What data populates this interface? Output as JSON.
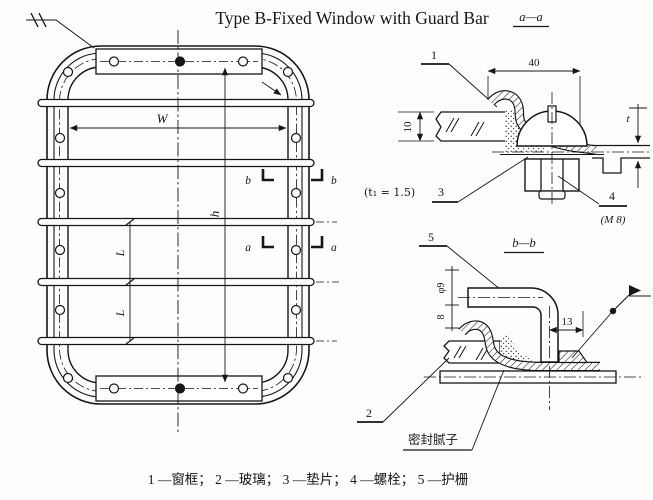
{
  "title": "Type B-Fixed Window with Guard Bar",
  "caption": "1 —窗框； 2 —玻璃； 3 —垫片； 4 —螺栓； 5 —护栅",
  "main_view": {
    "dim_w": "W",
    "dim_h": "h",
    "dim_l1": "L",
    "dim_l2": "L",
    "mark_a": "a",
    "mark_b": "b"
  },
  "sections": {
    "aa": {
      "label": "a—a",
      "part1": "1",
      "part3": "3",
      "part4": "4",
      "dim40": "40",
      "dim10": "10",
      "dim_t": "t",
      "gasket_note": "(t₁ = 1.5)",
      "thread": "(M 8)"
    },
    "bb": {
      "label": "b—b",
      "part5": "5",
      "part2": "2",
      "dim_d9": "φ9",
      "dim8": "8",
      "dim13": "13",
      "putty": "密封腻子"
    }
  },
  "colors": {
    "ink": "#161616",
    "paper": "#fdfdfb"
  }
}
